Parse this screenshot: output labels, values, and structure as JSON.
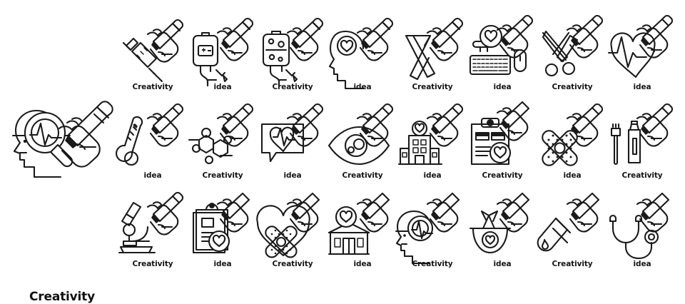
{
  "page": {
    "title": "Creativity and idea line icon set",
    "background_color": "#ffffff",
    "line_color": "#1a1a1a",
    "text_color": "#141414",
    "style": "monochrome outline / line-art icon sheet",
    "columns": 8,
    "rows": 3
  },
  "featured": {
    "label": "Creativity",
    "icon_name": "head-with-magnifier-heartbeat-and-hand-drawing-icon",
    "description": "Side profile of a head with a magnifying glass circle containing a heartbeat pulse line, plus a hand holding a pencil"
  },
  "grid": {
    "items": [
      {
        "label": "Creativity",
        "icon_name": "syringe-with-hand-pencil-icon"
      },
      {
        "label": "idea",
        "icon_name": "blood-bag-with-hand-pencil-icon"
      },
      {
        "label": "Creativity",
        "icon_name": "iv-drip-bag-with-hand-pencil-icon"
      },
      {
        "label": "idea",
        "icon_name": "head-heart-mind-with-hand-pencil-icon"
      },
      {
        "label": "Creativity",
        "icon_name": "awareness-ribbon-with-hand-pencil-icon"
      },
      {
        "label": "idea",
        "icon_name": "keyboard-mouse-heart-search-with-hand-pencil-icon"
      },
      {
        "label": "Creativity",
        "icon_name": "scissors-with-hand-pencil-icon"
      },
      {
        "label": "idea",
        "icon_name": "heart-heartbeat-pulse-with-hand-pencil-icon"
      },
      {
        "label": "idea",
        "icon_name": "thermometer-with-hand-pencil-icon"
      },
      {
        "label": "Creativity",
        "icon_name": "molecule-chemistry-with-hand-pencil-icon"
      },
      {
        "label": "idea",
        "icon_name": "chat-bubble-heart-pulse-with-hand-pencil-icon"
      },
      {
        "label": "Creativity",
        "icon_name": "eye-vision-with-hand-pencil-icon"
      },
      {
        "label": "idea",
        "icon_name": "hospital-building-heart-with-hand-pencil-icon"
      },
      {
        "label": "Creativity",
        "icon_name": "medical-report-clipboard-heart-with-hand-pencil-icon"
      },
      {
        "label": "idea",
        "icon_name": "crossed-bandages-plaster-with-hand-pencil-icon"
      },
      {
        "label": "Creativity",
        "icon_name": "toothbrush-toothpaste-with-hand-pencil-icon"
      },
      {
        "label": "Creativity",
        "icon_name": "microscope-with-hand-pencil-icon"
      },
      {
        "label": "idea",
        "icon_name": "patient-clipboard-heart-with-hand-pencil-icon"
      },
      {
        "label": "Creativity",
        "icon_name": "heart-with-bandage-plaster-and-hand-pencil-icon"
      },
      {
        "label": "idea",
        "icon_name": "clinic-building-heart-magnifier-with-hand-pencil-icon"
      },
      {
        "label": "Creativity",
        "icon_name": "head-magnifier-heartbeat-with-hand-pencil-icon"
      },
      {
        "label": "idea",
        "icon_name": "mortar-pestle-heart-with-hand-pencil-icon"
      },
      {
        "label": "Creativity",
        "icon_name": "test-tube-drop-with-hand-pencil-icon"
      },
      {
        "label": "idea",
        "icon_name": "stethoscope-with-hand-pencil-icon"
      }
    ]
  }
}
